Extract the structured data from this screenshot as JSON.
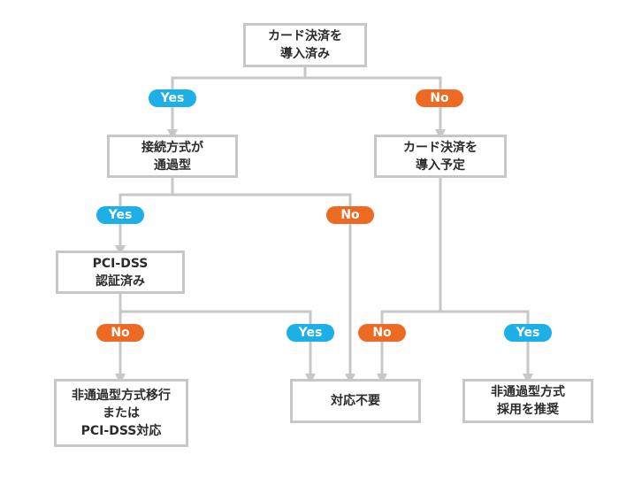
{
  "nodes": {
    "root": "カード決済を\n導入済み",
    "passthrough": "接続方式が\n通過型",
    "plan": "カード決済を\n導入予定",
    "pcidss": "PCI-DSS\n認証済み",
    "migrate": "非通過型方式移行\nまたは\nPCI-DSS対応",
    "none": "対応不要",
    "adopt": "非通過型方式\n採用を推奨"
  },
  "labels": {
    "root_yes": "Yes",
    "root_no": "No",
    "pass_yes": "Yes",
    "pass_no": "No",
    "pci_no": "No",
    "pci_yes": "Yes",
    "plan_no": "No",
    "plan_yes": "Yes"
  },
  "colors": {
    "yes": "#1cb0e6",
    "no": "#ee6a22",
    "line": "#c7c7c7",
    "text": "#2b2b2b"
  }
}
